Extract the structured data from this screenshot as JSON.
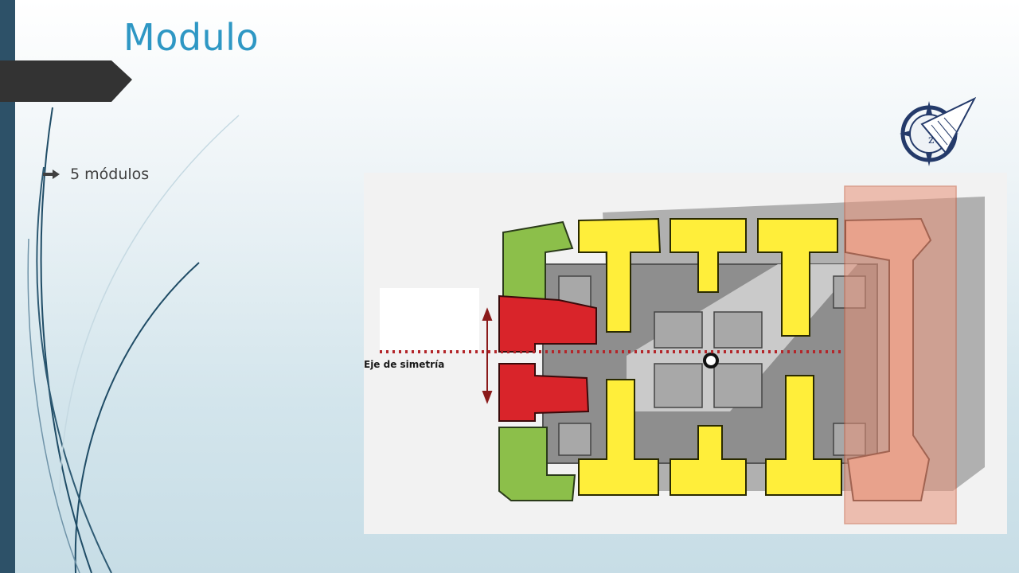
{
  "slide": {
    "title": "Modulo",
    "bullets": [
      "5 módulos"
    ]
  },
  "diagram": {
    "axis_label": "Eje de simetría",
    "colors": {
      "green": "#8cbf4a",
      "red": "#d9242a",
      "yellow": "#ffee3a",
      "salmon_overlay": "#e8937a",
      "axis_line": "#b3262a",
      "gray_floor": "#8e8e8e"
    }
  },
  "icons": {
    "bullet": "arrow-bullet-icon",
    "logo": "compass-airplane-logo"
  }
}
